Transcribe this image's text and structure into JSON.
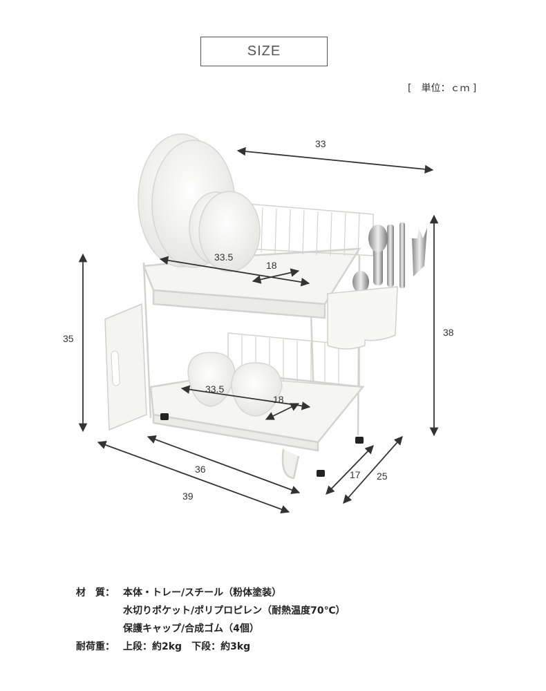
{
  "header": {
    "title": "SIZE",
    "unit": "[　単位：ｃｍ ]"
  },
  "dimensions": {
    "top_width": "33",
    "height_left": "35",
    "height_right": "38",
    "upper_length": "33.5",
    "upper_depth": "18",
    "lower_length": "33.5",
    "lower_depth": "18",
    "base_inner_width": "36",
    "base_outer_width": "39",
    "base_inner_depth": "17",
    "base_outer_depth": "25"
  },
  "specs": {
    "material_label": "材　質：",
    "material_line1": "本体・トレー/スチール（粉体塗装）",
    "material_line2": "水切りポケット/ポリプロピレン（耐熱温度70℃）",
    "material_line3": "保護キャップ/合成ゴム（4個）",
    "load_label": "耐荷重：",
    "load_value": "上段：約2kg　下段：約3kg"
  },
  "colors": {
    "product": "#f2f2f0",
    "outline": "#c8c8c8",
    "arrow": "#333333"
  }
}
